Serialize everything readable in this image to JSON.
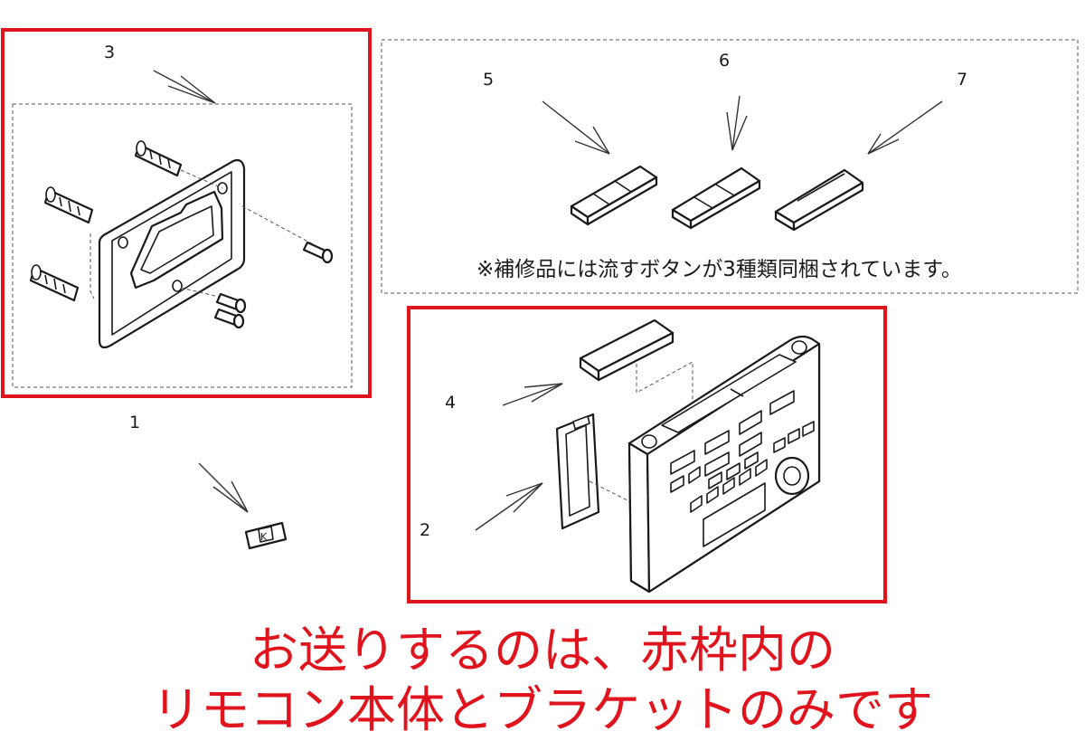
{
  "labels": {
    "n1": "1",
    "n2": "2",
    "n3": "3",
    "n4": "4",
    "n5": "5",
    "n6": "6",
    "n7": "7"
  },
  "note": "※補修品には流すボタンが3種類同梱されています。",
  "caption": {
    "line1": "お送りするのは、赤枠内の",
    "line2": "リモコン本体とブラケットのみです"
  },
  "colors": {
    "highlight_frame": "#e0141c",
    "caption_text": "#e0141c",
    "line_art": "#1a1a1a"
  }
}
